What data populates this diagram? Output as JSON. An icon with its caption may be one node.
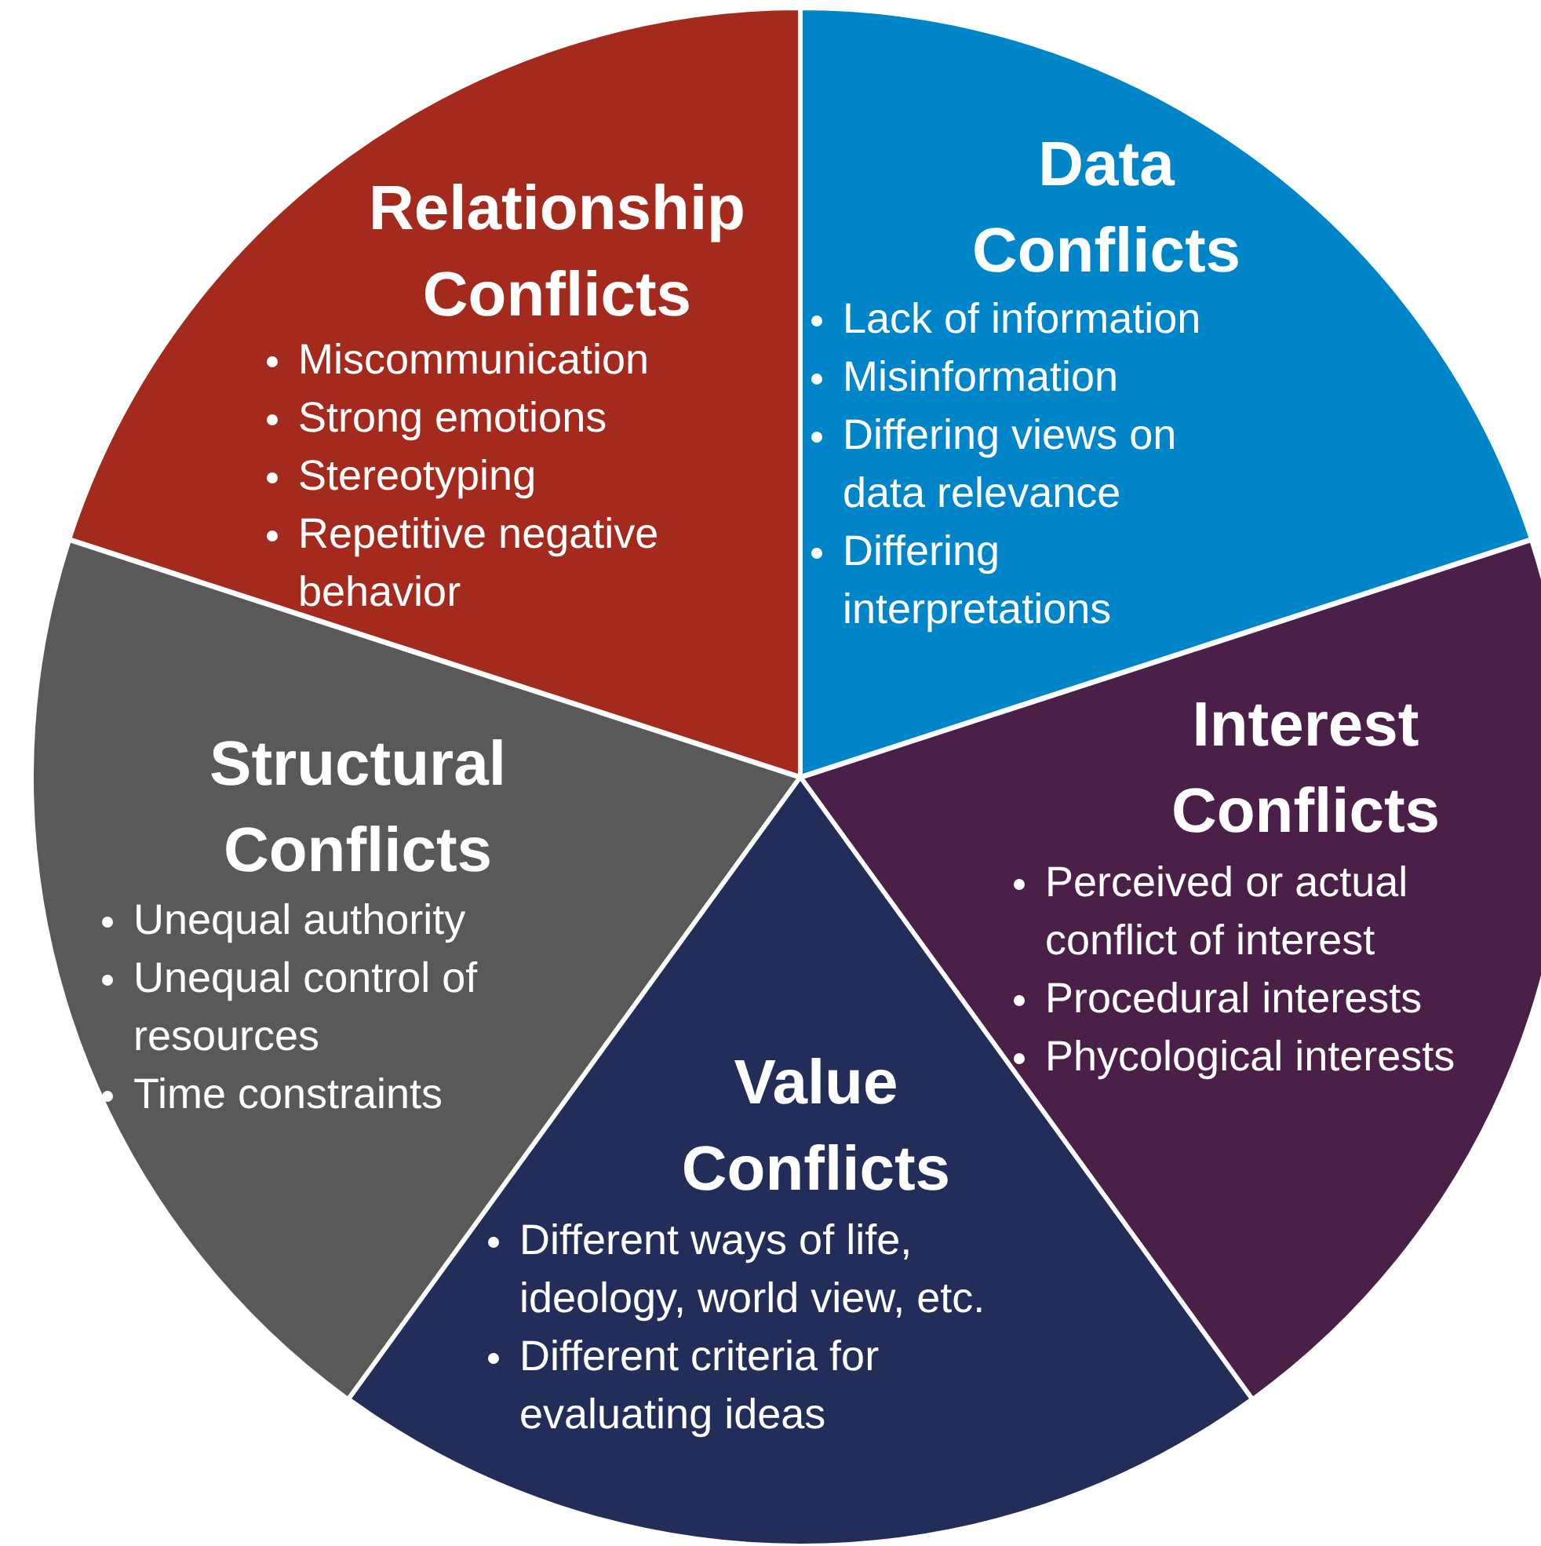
{
  "diagram": {
    "nodes": [
      {
        "text": [
          "Relationship Conflicts",
          "Miscommunication",
          "Strong emotions",
          "Stereotyping",
          "Repetitive negative behavior"
        ]
      },
      {
        "text": [
          "Data Conflicts",
          "Lack of information",
          "Misinformation",
          "Differing views on data relevance",
          "Differing interpretations"
        ]
      },
      {
        "text": [
          "Structural Conflicts",
          "Unequal authority",
          "Unequal control of resources",
          "Time constraints"
        ]
      },
      {
        "text": [
          "Interest Conflicts",
          "Perceived or actual conflict of interest",
          "Procedural interests",
          "Phycological interests"
        ]
      },
      {
        "text": [
          "Value Conflicts",
          "Different ways of life, ideology, world view, etc.",
          "Different criteria for evaluating ideas"
        ]
      }
    ]
  }
}
